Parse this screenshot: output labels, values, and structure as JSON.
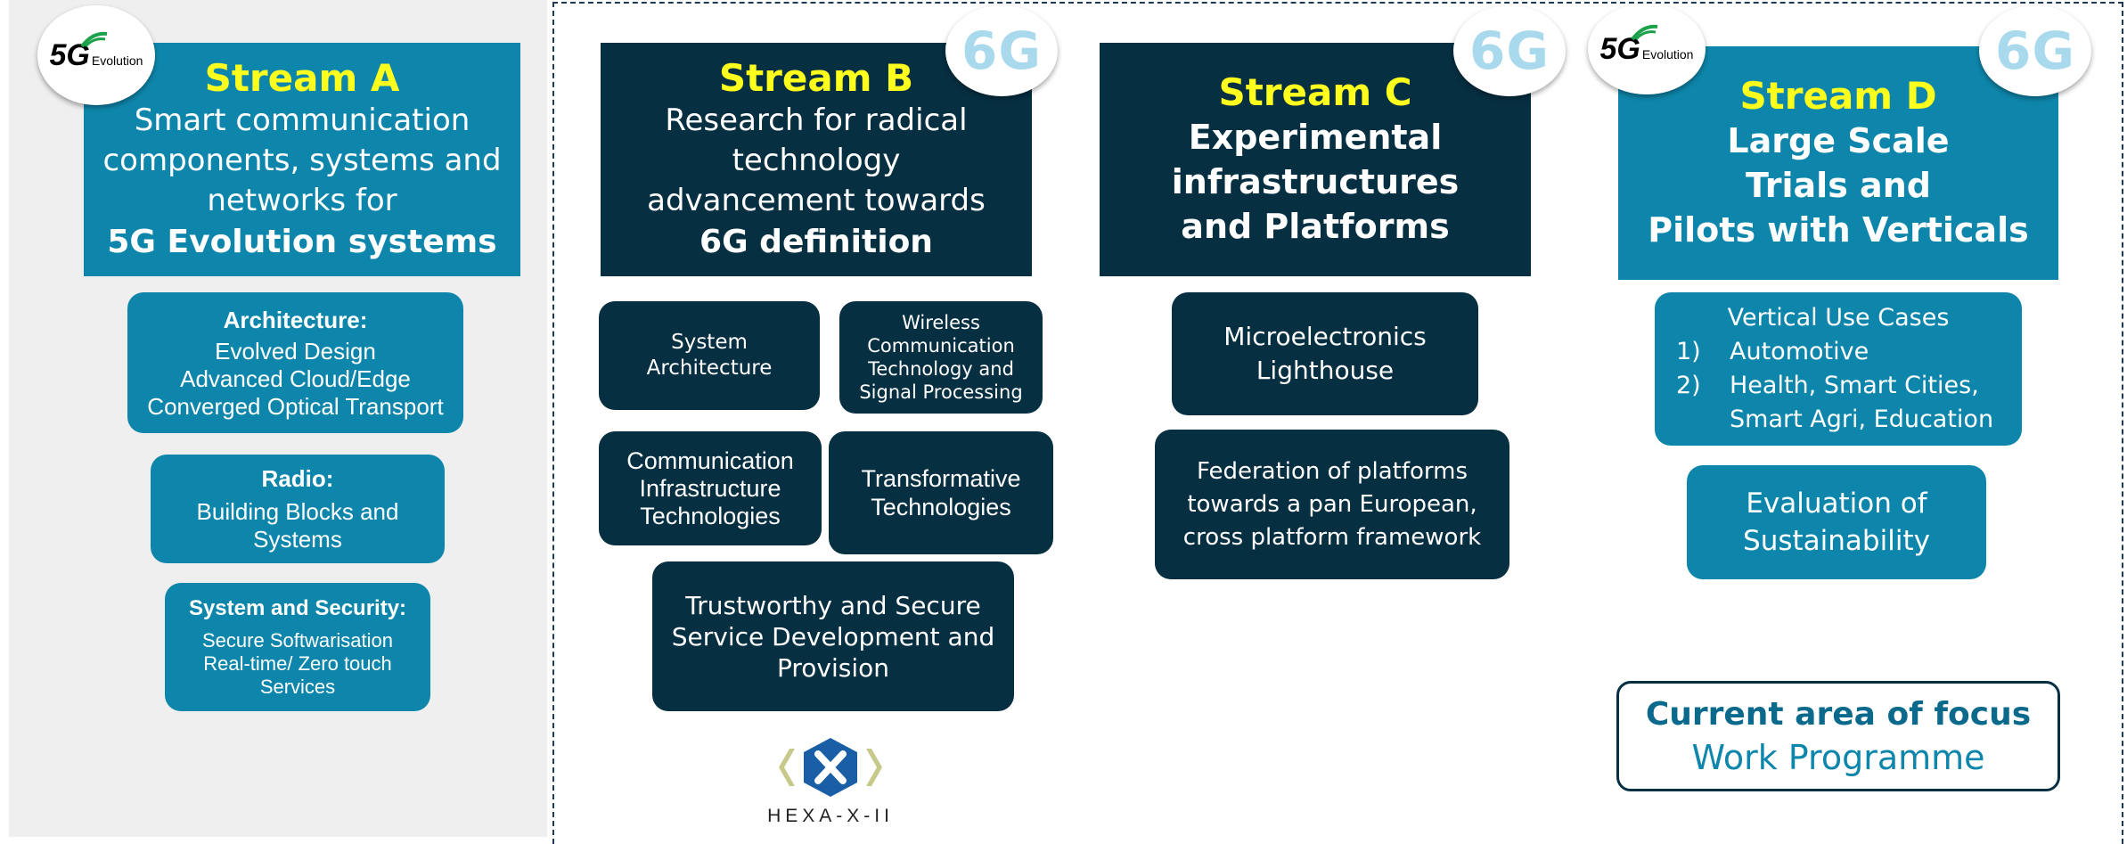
{
  "badges": {
    "six_g": "6G",
    "five_g_main": "5G",
    "five_g_sub": "Evolution"
  },
  "stream_a": {
    "title": "Stream A",
    "subtitle": "Smart communication components, systems and networks for",
    "subtitle_bold": "5G Evolution systems",
    "architecture": {
      "heading": "Architecture:",
      "lines": [
        "Evolved Design",
        "Advanced Cloud/Edge",
        "Converged Optical Transport"
      ]
    },
    "radio": {
      "heading": "Radio:",
      "lines": [
        "Building Blocks and",
        "Systems"
      ]
    },
    "system_security": {
      "heading": "System and Security:",
      "lines": [
        "Secure Softwarisation",
        "Real-time/ Zero touch",
        "Services"
      ]
    }
  },
  "stream_b": {
    "title": "Stream B",
    "subtitle": "Research for radical technology advancement towards",
    "subtitle_bold": "6G definition",
    "boxes": {
      "system_architecture": [
        "System",
        "Architecture"
      ],
      "wireless": [
        "Wireless",
        "Communication",
        "Technology and",
        "Signal Processing"
      ],
      "comm_infra": [
        "Communication",
        "Infrastructure",
        "Technologies"
      ],
      "transformative": [
        "Transformative",
        "Technologies"
      ],
      "trustworthy": [
        "Trustworthy and Secure",
        "Service Development and",
        "Provision"
      ]
    },
    "logo_text": "HEXA-X-II"
  },
  "stream_c": {
    "title": "Stream C",
    "subtitle_bold": [
      "Experimental",
      "infrastructures",
      "and Platforms"
    ],
    "microelectronics": [
      "Microelectronics",
      "Lighthouse"
    ],
    "federation": [
      "Federation of platforms",
      "towards a pan European,",
      "cross platform framework"
    ]
  },
  "stream_d": {
    "title": "Stream D",
    "subtitle_bold": [
      "Large Scale",
      "Trials and",
      "Pilots with Verticals"
    ],
    "vertical": {
      "heading": "Vertical Use Cases",
      "items": [
        {
          "num": "1)",
          "text": "Automotive"
        },
        {
          "num": "2)",
          "text": "Health, Smart Cities,"
        },
        {
          "num": "",
          "text": "Smart Agri, Education"
        }
      ]
    },
    "evaluation": [
      "Evaluation of",
      "Sustainability"
    ]
  },
  "focus": {
    "line1": "Current area of focus",
    "line2": "Work Programme"
  },
  "colors": {
    "light_blue": "#0e86ab",
    "dark_navy": "#062f42",
    "yellow": "#ffff1e",
    "grey_panel": "#efefef",
    "badge_6g": "#a9d9ec",
    "hexa_blue": "#1a5fa6",
    "hexa_olive": "#c7c98a"
  }
}
